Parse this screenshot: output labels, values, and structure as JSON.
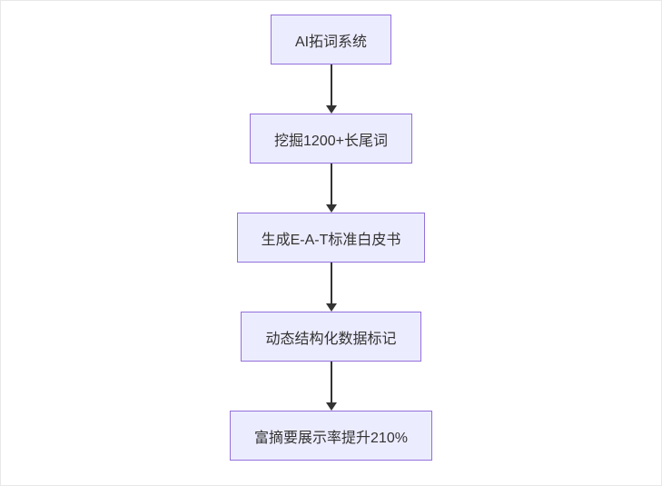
{
  "flowchart": {
    "direction": "top-down",
    "nodes": [
      {
        "label": "AI拓词系统"
      },
      {
        "label": "挖掘1200+长尾词"
      },
      {
        "label": "生成E-A-T标准白皮书"
      },
      {
        "label": "动态结构化数据标记"
      },
      {
        "label": "富摘要展示率提升210%"
      }
    ],
    "colors": {
      "node_fill": "#ECECFF",
      "node_border": "#9370DB",
      "arrow": "#333333",
      "text": "#333333"
    }
  }
}
